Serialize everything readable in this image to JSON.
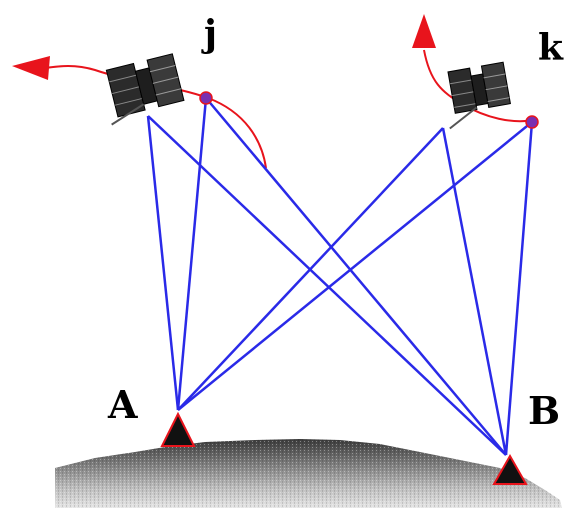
{
  "labels": {
    "satellite_j": "j",
    "satellite_k": "k",
    "receiver_a": "A",
    "receiver_b": "B"
  },
  "colors": {
    "signal_line": "#2a2ae8",
    "orbit_path": "#e8141c",
    "receiver_marker": "#111111",
    "receiver_border": "#e8141c",
    "satellite_body": "#333333",
    "antenna_point": "#7a2fb0"
  },
  "icons": [
    "satellite-icon",
    "receiver-triangle-icon",
    "terrain-ground"
  ]
}
